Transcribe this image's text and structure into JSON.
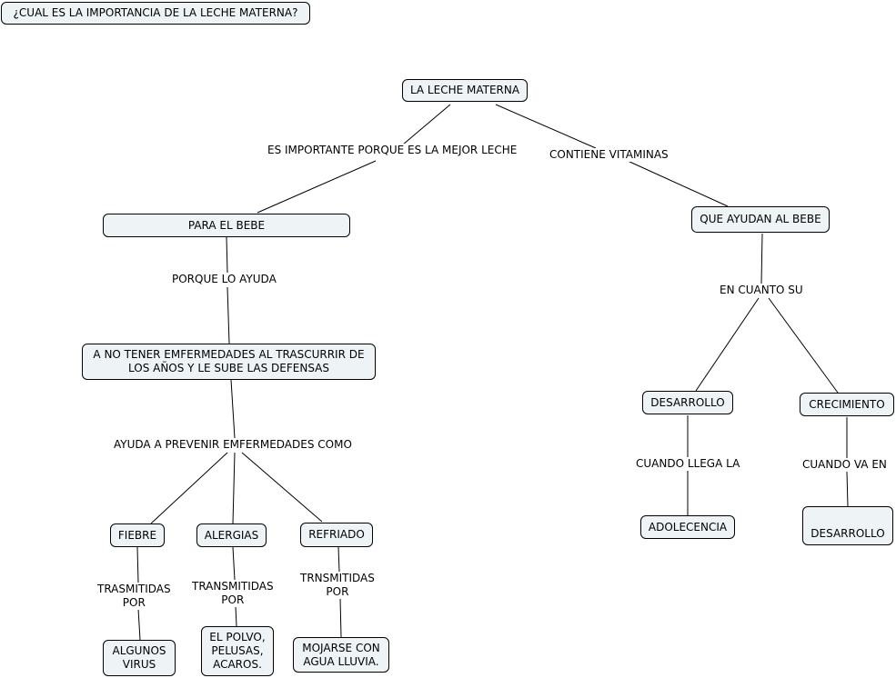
{
  "title": "¿CUAL ES LA IMPORTANCIA DE LA LECHE MATERNA?",
  "nodes": {
    "root": "LA LECHE MATERNA",
    "para_bebe": "PARA EL BEBE",
    "ayudan_bebe": "QUE AYUDAN AL BEBE",
    "no_enfermedades": "A NO TENER EMFERMEDADES AL TRASCURRIR DE\nLOS AÑOS Y LE SUBE LAS DEFENSAS",
    "fiebre": "FIEBRE",
    "alergias": "ALERGIAS",
    "refriado": "REFRIADO",
    "virus": "ALGUNOS\nVIRUS",
    "polvo": "EL POLVO,\nPELUSAS,\nACAROS.",
    "lluvia": "MOJARSE CON\nAGUA LLUVIA.",
    "desarrollo": "DESARROLLO",
    "crecimiento": "CRECIMIENTO",
    "adolecencia": "ADOLECENCIA",
    "desarrollo2": "DESARROLLO"
  },
  "links": {
    "importante": "ES IMPORTANTE PORQUE ES LA MEJOR LECHE",
    "vitaminas": "CONTIENE VITAMINAS",
    "porque_ayuda": "PORQUE LO AYUDA",
    "prevenir": "AYUDA A PREVENIR EMFERMEDADES COMO",
    "trasmitidas": "TRASMITIDAS\nPOR",
    "transmitidas": "TRANSMITIDAS\nPOR",
    "trnsmitidas": "TRNSMITIDAS\nPOR",
    "en_cuanto": "EN CUANTO SU",
    "llega": "CUANDO LLEGA LA",
    "va_en": "CUANDO VA EN"
  }
}
